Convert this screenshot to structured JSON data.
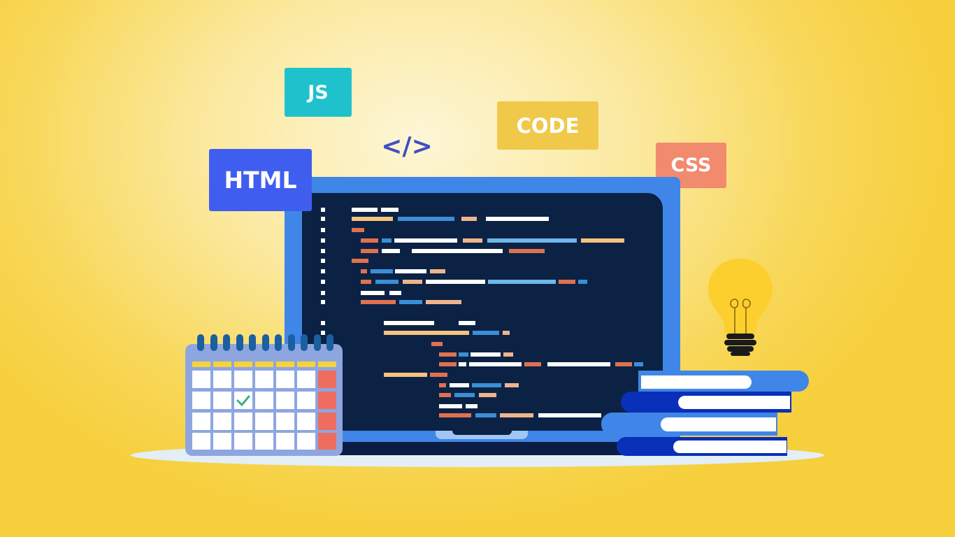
{
  "tags": {
    "js": "JS",
    "code": "CODE",
    "css": "CSS",
    "html": "HTML",
    "code_symbol": "</>"
  },
  "colors": {
    "js_tag": "#1fc2cc",
    "code_tag": "#f0c94a",
    "css_tag": "#f28a6e",
    "html_tag": "#3f5ef0",
    "laptop_frame": "#3f86e8",
    "screen": "#0b2244",
    "bulb": "#fccf2e",
    "calendar": "#8ea6e0",
    "calendar_weekend": "#ee6d5f",
    "check": "#3dae8a"
  },
  "icons": [
    "laptop-icon",
    "calendar-icon",
    "check-icon",
    "lightbulb-icon",
    "books-icon",
    "code-brackets-icon"
  ]
}
